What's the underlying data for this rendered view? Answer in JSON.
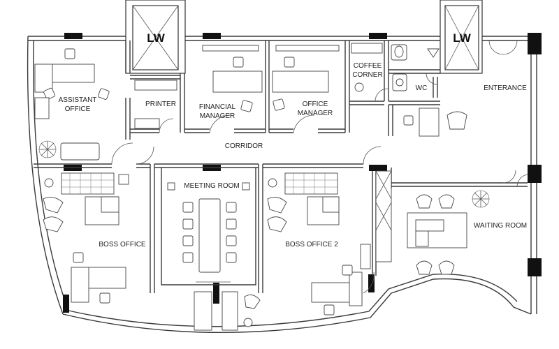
{
  "rooms": {
    "lw_left": "LW",
    "lw_right": "LW",
    "assistant_office_1": "ASSISTANT",
    "assistant_office_2": "OFFICE",
    "printer": "PRINTER",
    "financial_manager_1": "FINANCIAL",
    "financial_manager_2": "MANAGER",
    "office_manager_1": "OFFICE",
    "office_manager_2": "MANAGER",
    "coffee_corner_1": "COFFEE",
    "coffee_corner_2": "CORNER",
    "wc": "WC",
    "entrance": "ENTERANCE",
    "corridor": "CORRIDOR",
    "meeting_room": "MEETING ROOM",
    "boss_office": "BOSS OFFICE",
    "boss_office_2": "BOSS OFFICE 2",
    "waiting_room": "WAITING ROOM"
  }
}
